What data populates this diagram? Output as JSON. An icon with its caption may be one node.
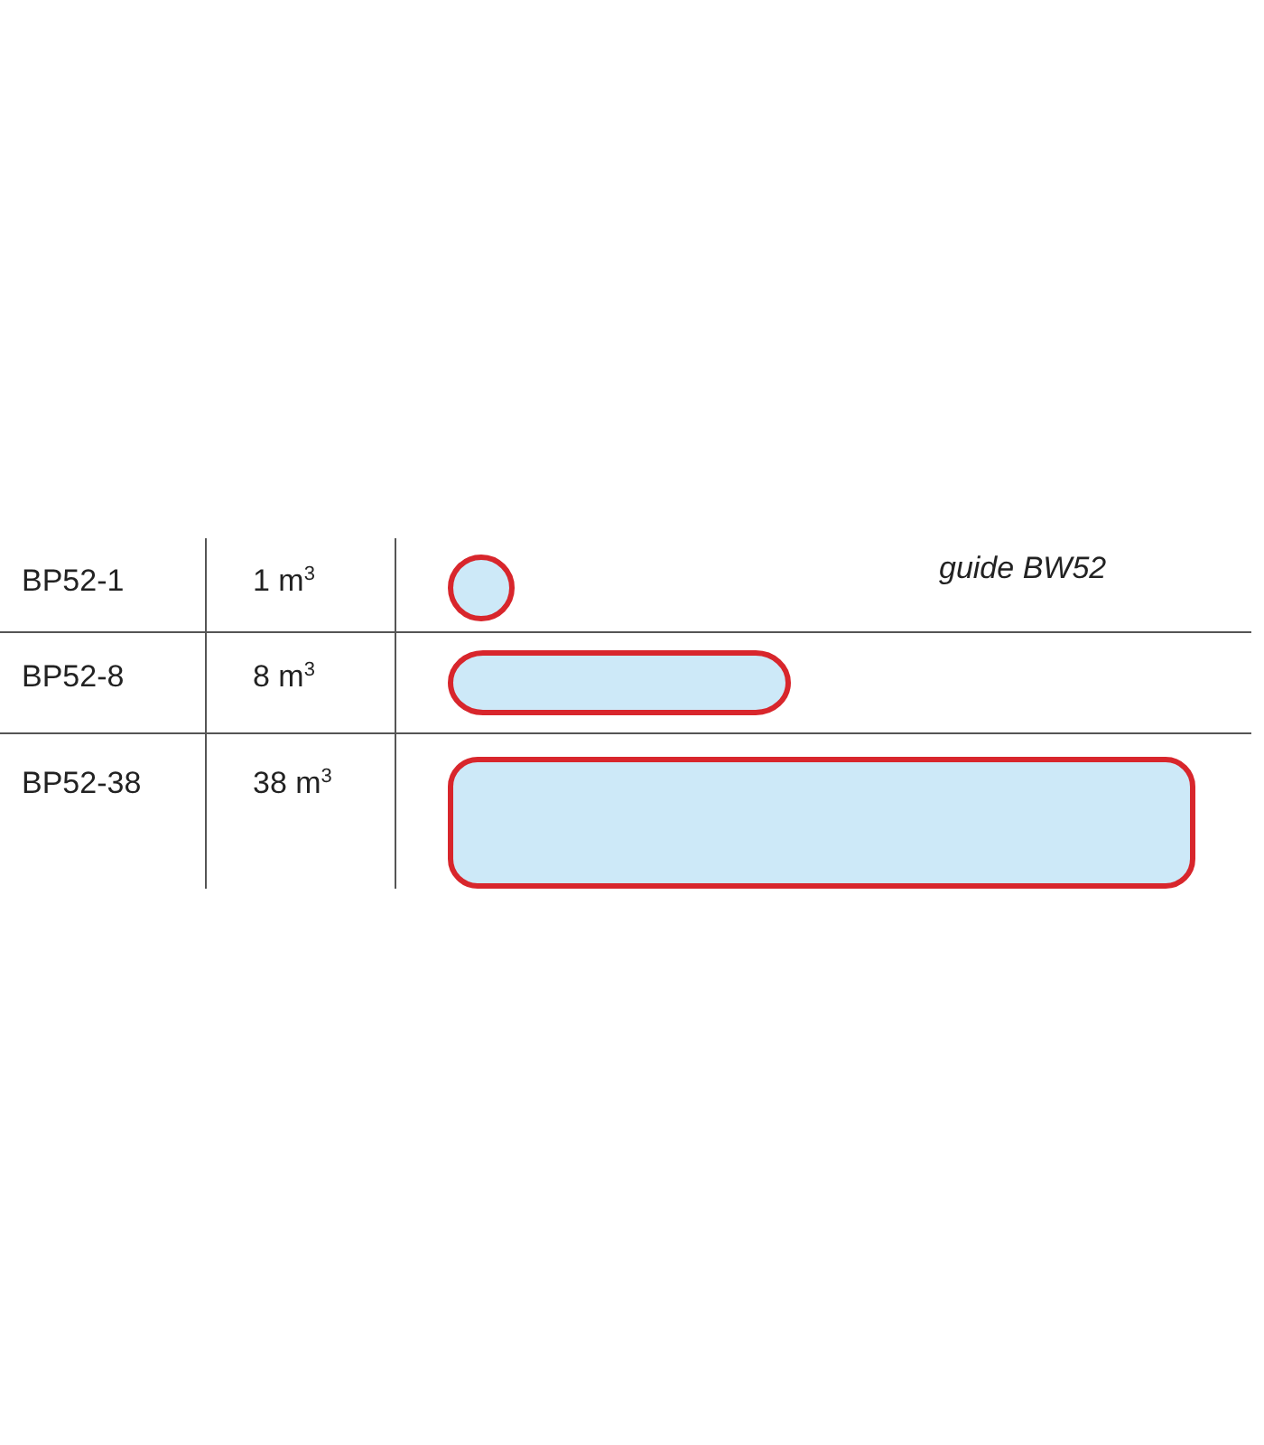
{
  "diagram": {
    "nodes": [
      {
        "text": [],
        "shape": "circle"
      },
      {
        "text": [],
        "shape": "bar"
      },
      {
        "text": [],
        "shape": "box"
      }
    ],
    "labels": [
      "BP52-1",
      "1 m$^{3}$",
      "guide BW52",
      "BP52-8",
      "8 m$^{3}$",
      "BP52-38",
      "38 m$^{3}$"
    ]
  }
}
